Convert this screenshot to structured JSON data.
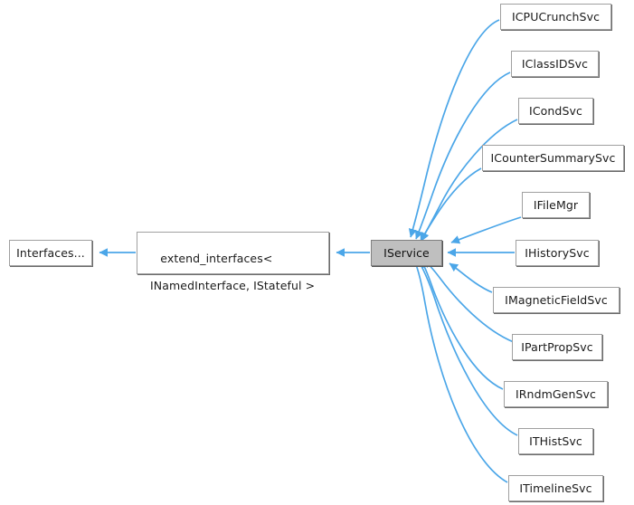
{
  "diagram": {
    "type": "inheritance-graph",
    "title": "IService inheritance diagram",
    "edge_color": "#4ba6e8",
    "node_fill": "#ffffff",
    "node_border": "#a0a0a0",
    "current_node_fill": "#bfbfbf",
    "background": "#ffffff"
  },
  "nodes": {
    "interfaces": {
      "label": "Interfaces..."
    },
    "extend_interfaces": {
      "label_line1": "extend_interfaces<",
      "label_line2": "INamedInterface, IStateful >"
    },
    "iservice": {
      "label": "IService"
    },
    "derived": [
      {
        "label": "ICPUCrunchSvc"
      },
      {
        "label": "IClassIDSvc"
      },
      {
        "label": "ICondSvc"
      },
      {
        "label": "ICounterSummarySvc"
      },
      {
        "label": "IFileMgr"
      },
      {
        "label": "IHistorySvc"
      },
      {
        "label": "IMagneticFieldSvc"
      },
      {
        "label": "IPartPropSvc"
      },
      {
        "label": "IRndmGenSvc"
      },
      {
        "label": "ITHistSvc"
      },
      {
        "label": "ITimelineSvc"
      }
    ]
  }
}
